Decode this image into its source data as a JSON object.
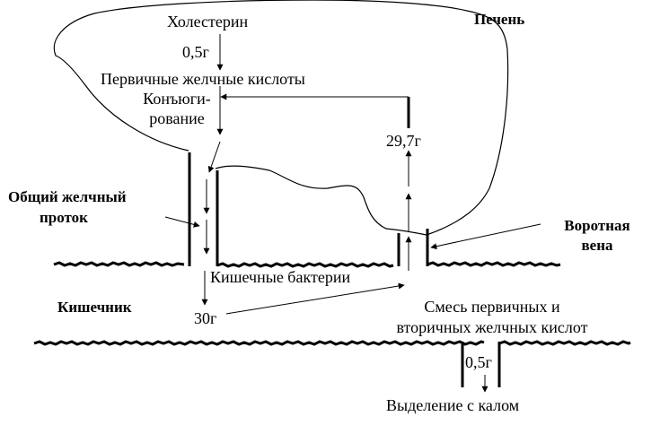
{
  "labels": {
    "cholesterol": "Холестерин",
    "liver": "Печень",
    "dose_cholesterol": "0,5г",
    "primary_acids": "Первичные желчные кислоты",
    "conjugation_1": "Конъюги-",
    "conjugation_2": "рование",
    "reabsorbed": "29,7г",
    "common_duct_1": "Общий желчный",
    "common_duct_2": "проток",
    "portal_vein_1": "Воротная",
    "portal_vein_2": "вена",
    "bacteria": "Кишечные бактерии",
    "intestine": "Кишечник",
    "intestine_amount": "30г",
    "mix_1": "Смесь первичных и",
    "mix_2": "вторичных желчных кислот",
    "excreted_amount": "0,5г",
    "excretion": "Выделение с калом"
  },
  "colors": {
    "stroke": "#000000",
    "background": "#ffffff"
  }
}
